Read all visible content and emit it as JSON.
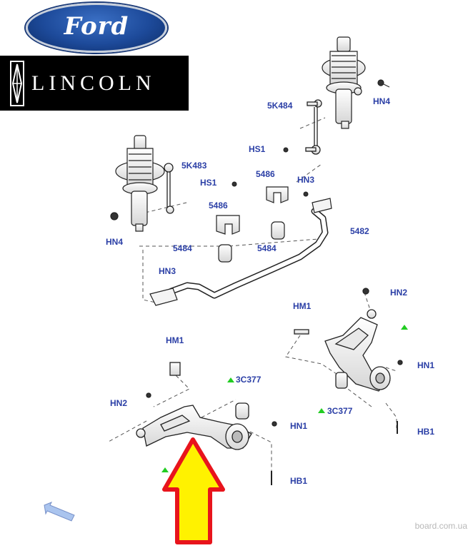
{
  "logos": {
    "ford": "Ford",
    "lincoln": "LINCOLN"
  },
  "labels": {
    "hn4_right": "HN4",
    "k484": "5K484",
    "hs1_right": "HS1",
    "hn3_right": "HN3",
    "p5486_right": "5486",
    "k483": "5K483",
    "hs1_left": "HS1",
    "p5486_left": "5486",
    "hn4_left": "HN4",
    "p5482": "5482",
    "p5484_left": "5484",
    "p5484_right": "5484",
    "hn3_left": "HN3",
    "hn2_right": "HN2",
    "hm1_right": "HM1",
    "hn1_right": "HN1",
    "c377_right": "3C377",
    "hb1_right": "HB1",
    "hm1_left": "HM1",
    "c377_left": "3C377",
    "hn2_left": "HN2",
    "hn1_left": "HN1",
    "hb1_left": "HB1"
  },
  "watermark": "board.com.ua",
  "colors": {
    "label": "#2b3fa6",
    "arrow_fill": "#fff200",
    "arrow_stroke": "#e8141c",
    "triangle": "#22cc22",
    "nav_arrow": "#aac4ee"
  }
}
